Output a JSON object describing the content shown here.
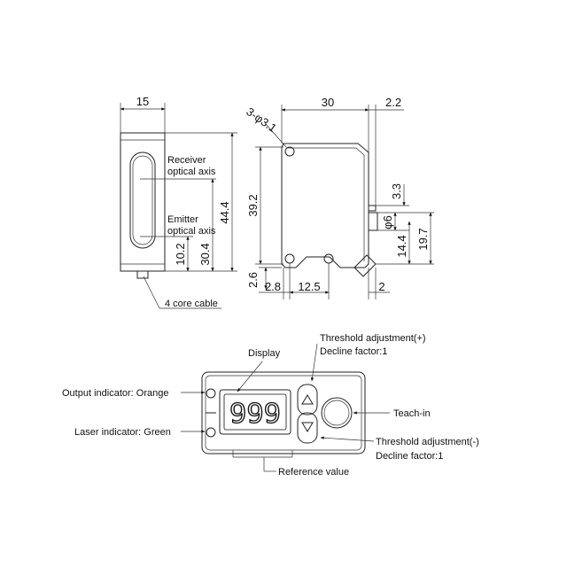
{
  "side_view": {
    "width": "15",
    "receiver_axis": [
      "Receiver",
      "optical axis"
    ],
    "emitter_axis": [
      "Emitter",
      "optical axis"
    ],
    "dim_10_2": "10.2",
    "dim_30_4": "30.4",
    "dim_44_4": "44.4",
    "cable": "4 core cable"
  },
  "front_view": {
    "holes": "3-φ3.1",
    "width": "30",
    "offset_2_2": "2.2",
    "height_39_2": "39.2",
    "dim_3_3": "3.3",
    "dim_phi6": "φ6",
    "dim_14_4": "14.4",
    "dim_19_7": "19.7",
    "dim_2_6": "2.6",
    "dim_2_8": "2.8",
    "dim_12_5": "12.5",
    "dim_2": "2"
  },
  "panel": {
    "display_label": "Display",
    "display_value": "999",
    "threshold_plus": [
      "Threshold adjustment(+)",
      "Decline factor:1"
    ],
    "threshold_minus": [
      "Threshold adjustment(-)",
      "Decline factor:1"
    ],
    "output_indicator": "Output indicator: Orange",
    "laser_indicator": "Laser indicator: Green",
    "teach_in": "Teach-in",
    "reference_value": "Reference value"
  }
}
